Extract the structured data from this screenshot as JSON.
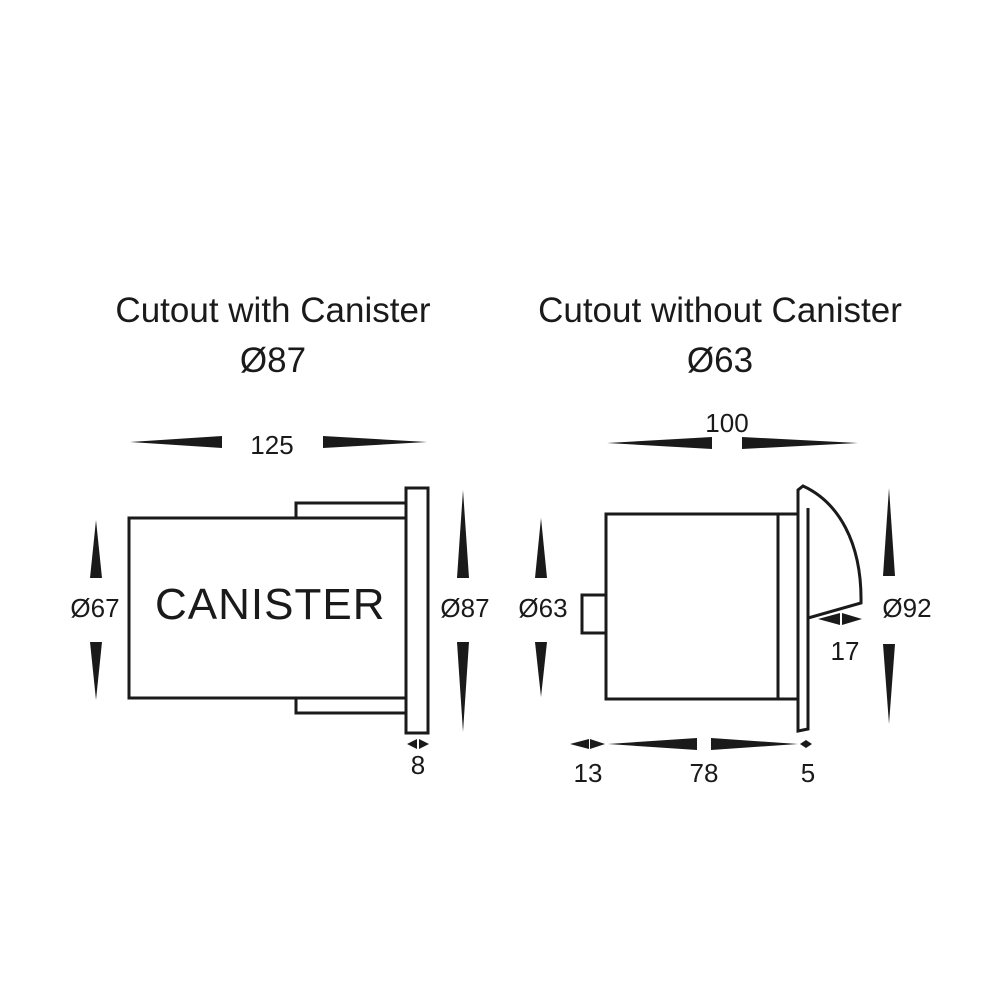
{
  "left_view": {
    "heading": "Cutout with Canister",
    "cutout_diameter": "Ø87",
    "part_label": "CANISTER",
    "dims": {
      "overall_length": "125",
      "body_diameter": "Ø67",
      "flange_diameter": "Ø87",
      "flange_thickness": "8"
    }
  },
  "right_view": {
    "heading": "Cutout without Canister",
    "cutout_diameter": "Ø63",
    "dims": {
      "overall_length": "100",
      "body_diameter": "Ø63",
      "hood_diameter": "Ø92",
      "hood_projection": "17",
      "stub_length": "13",
      "body_length": "78",
      "flange_thickness": "5"
    }
  },
  "colors": {
    "line": "#1a1a1a",
    "background": "#ffffff"
  }
}
